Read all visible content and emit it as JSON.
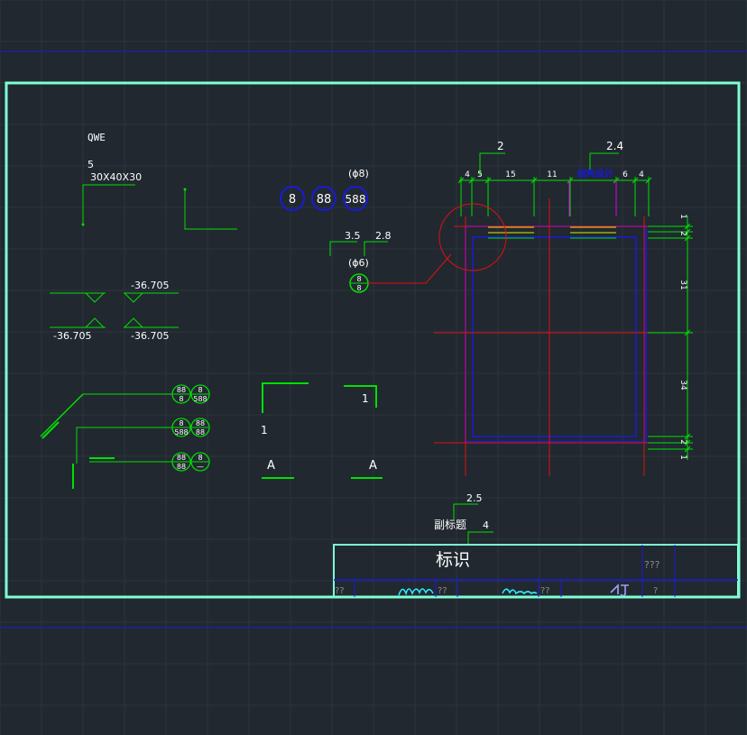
{
  "colors": {
    "background": "#212830",
    "grid": "#2b333d",
    "frame": "#7fffd4",
    "green": "#00e000",
    "blue": "#1a1ad8",
    "red": "#e01010",
    "magenta": "#e000e0",
    "yellow": "#e8e800",
    "white": "#ffffff",
    "gray": "#8a8a8a"
  },
  "labels": {
    "qwe": "QWE",
    "num5": "5",
    "size": "30X40X30",
    "phi8": "(ϕ8)",
    "circle_8": "8",
    "circle_88": "88",
    "circle_588": "588",
    "dim_3_5": "3.5",
    "dim_2_8": "2.8",
    "phi6": "(ϕ6)",
    "phi6_top": "8",
    "phi6_bot": "8",
    "elev_top": "-36.705",
    "elev_left": "-36.705",
    "elev_right": "-36.705",
    "num_1_a": "1",
    "num_1_b": "1",
    "sect_a_1": "A",
    "sect_a_2": "A",
    "dim_2": "2",
    "dim_2_4": "2.4",
    "dim_2_5": "2.5",
    "dim_4": "4",
    "subtitle": "副标题",
    "title": "标识",
    "title_q": "???",
    "cell_q1": "??",
    "cell_q2": "??",
    "cell_q3": "??",
    "cell_q4": "?",
    "blue_top_label": "结构设计"
  },
  "callouts": [
    {
      "left": "88",
      "left_bot": "8",
      "right": "8",
      "right_bot": "588"
    },
    {
      "left": "8",
      "left_bot": "588",
      "right": "88",
      "right_bot": "88"
    },
    {
      "left": "88",
      "left_bot": "88",
      "right": "8",
      "right_bot": "—"
    }
  ],
  "top_dims": [
    "4",
    "5",
    "15",
    "11",
    "6",
    "4"
  ],
  "right_dims": [
    "1",
    "2",
    "31",
    "34",
    "2",
    "1"
  ]
}
